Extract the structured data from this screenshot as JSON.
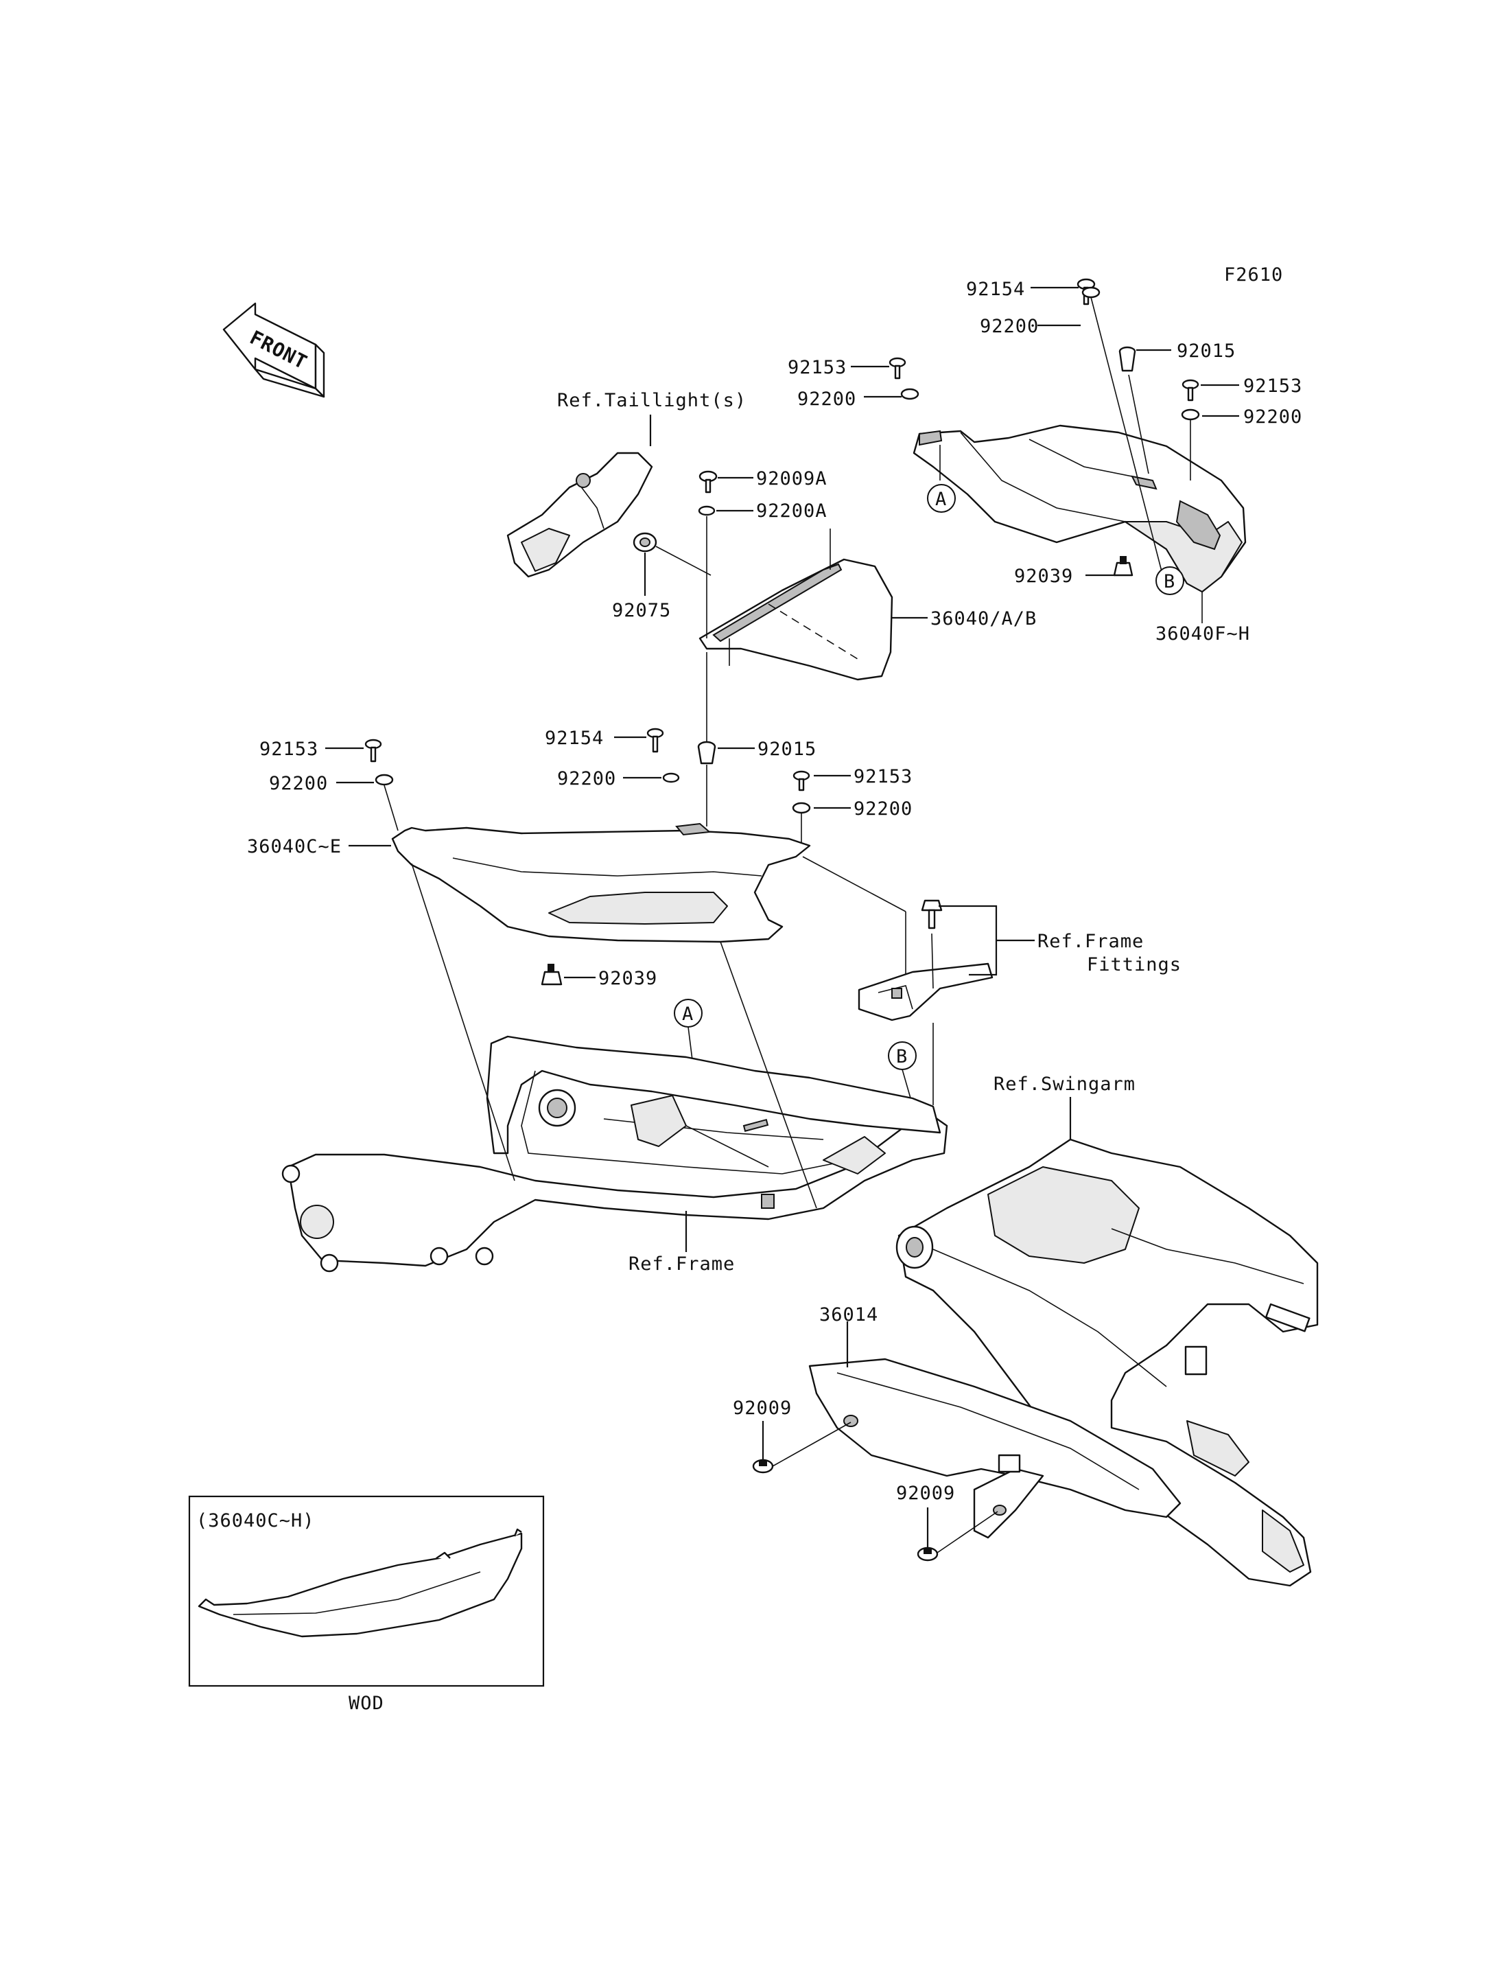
{
  "figure_code": "F2610",
  "front_arrow_label": "FRONT",
  "callouts": {
    "p92154_top": "92154",
    "p92200_top": "92200",
    "p92015_top": "92015",
    "p92153_top_left": "92153",
    "p92200_top_left": "92200",
    "p92153_top_right": "92153",
    "p92200_top_right": "92200",
    "ref_taillight": "Ref.Taillight(s)",
    "p92009A": "92009A",
    "p92200A": "92200A",
    "p92075": "92075",
    "p36040AB": "36040/A/B",
    "p92039_top": "92039",
    "p36040FH": "36040F~H",
    "p92153_mid_left": "92153",
    "p92200_mid_left": "92200",
    "p92154_mid": "92154",
    "p92015_mid": "92015",
    "p92200_mid": "92200",
    "p92153_mid_right": "92153",
    "p92200_mid_right": "92200",
    "p36040CE": "36040C~E",
    "p92039_mid": "92039",
    "ref_frame_fittings_1": "Ref.Frame",
    "ref_frame_fittings_2": "Fittings",
    "ref_swingarm": "Ref.Swingarm",
    "ref_frame": "Ref.Frame",
    "p36014": "36014",
    "p92009_left": "92009",
    "p92009_right": "92009"
  },
  "markers": {
    "A": "A",
    "B": "B"
  },
  "inset": {
    "title": "(36040C~H)",
    "caption": "WOD"
  }
}
